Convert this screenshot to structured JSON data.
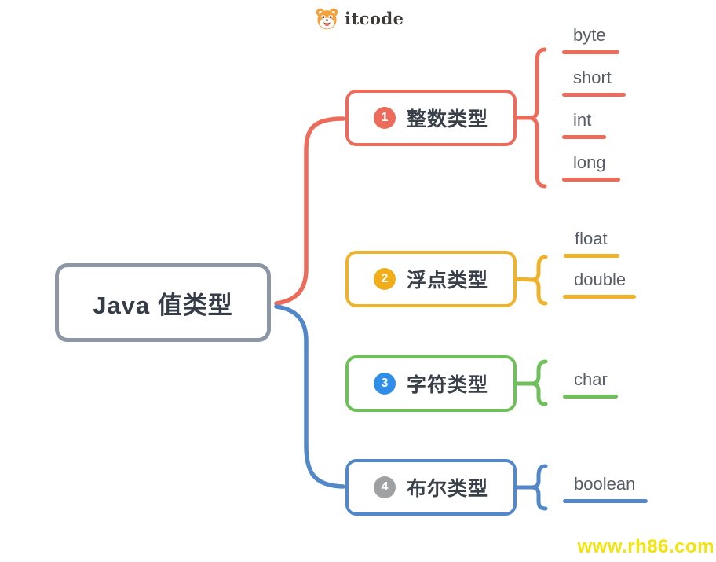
{
  "header": {
    "logo_text": "itcode"
  },
  "root": {
    "label": "Java 值类型",
    "border_color": "#8C96A5"
  },
  "branches": [
    {
      "number": "1",
      "label": "整数类型",
      "color": "#ED6B5B",
      "badge_color": "#ED6B5B",
      "children": [
        "byte",
        "short",
        "int",
        "long"
      ]
    },
    {
      "number": "2",
      "label": "浮点类型",
      "color": "#EFB32B",
      "badge_color": "#F2AE19",
      "children": [
        "float",
        "double"
      ]
    },
    {
      "number": "3",
      "label": "字符类型",
      "color": "#6FBF5B",
      "badge_color": "#2F8FE8",
      "children": [
        "char"
      ]
    },
    {
      "number": "4",
      "label": "布尔类型",
      "color": "#5287C9",
      "badge_color": "#9FA1A3",
      "children": [
        "boolean"
      ]
    }
  ],
  "watermark": {
    "text": "www.rh86.com",
    "color": "#F2E40C"
  }
}
